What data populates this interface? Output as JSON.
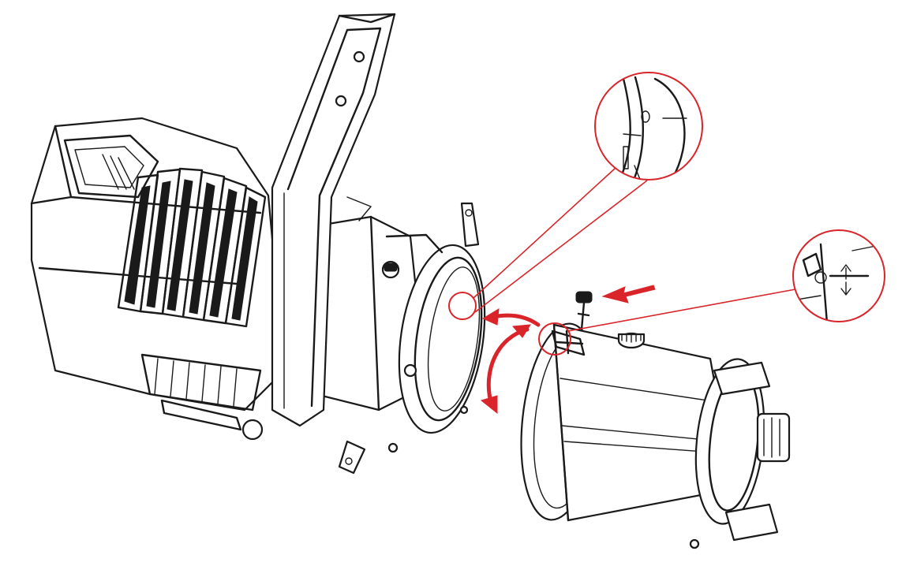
{
  "diagram": {
    "kind": "exploded assembly illustration",
    "colors": {
      "line_art": "#1a1a1a",
      "callout": "#d9252a",
      "background": "#ffffff"
    },
    "parts": [
      "luminaire-body",
      "mounting-yoke",
      "front-mounting-ring",
      "lens-tube-assembly",
      "locking-knob"
    ],
    "callouts": [
      "slot-detail-magnifier",
      "latch-detail-magnifier"
    ],
    "arrows": [
      "push-direction-arrow",
      "insert-arrow",
      "rotate-arrow"
    ]
  }
}
